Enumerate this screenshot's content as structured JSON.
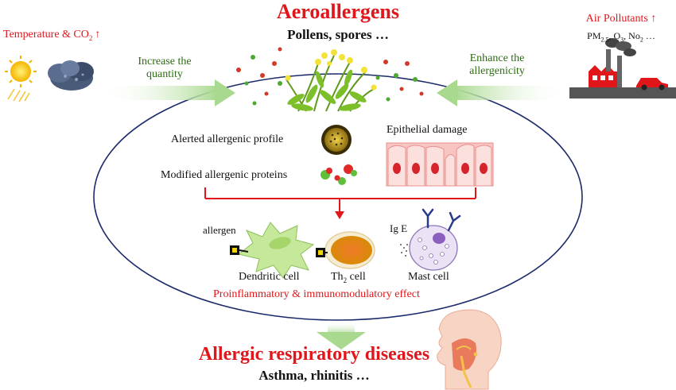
{
  "title": "Aeroallergens",
  "subtitle": "Pollens, spores …",
  "left_factor": {
    "label": "Temperature & CO",
    "sub": "2",
    "arrow": "↑"
  },
  "right_factor": {
    "label": "Air Pollutants ↑",
    "pm_main": "PM",
    "pm_sub": "2.5",
    "pm_rest": ", O",
    "o_sub": "3",
    "no_text": ", No",
    "no_sub": "2",
    "tail": " …"
  },
  "left_arrow": {
    "line1": "Increase the",
    "line2": "quantity"
  },
  "right_arrow": {
    "line1": "Enhance the",
    "line2": "allergenicity"
  },
  "inner": {
    "altered_profile": "Alerted allergenic profile",
    "modified_proteins": "Modified allergenic proteins",
    "epithelial_damage": "Epithelial damage",
    "allergen": "allergen",
    "dendritic_cell": "Dendritic cell",
    "th_cell_main": "Th",
    "th_cell_sub": "2",
    "th_cell_rest": " cell",
    "ige": "Ig E",
    "mast_cell": "Mast cell",
    "effect": "Proinflammatory & immunomodulatory effect"
  },
  "bottom": {
    "title": "Allergic respiratory diseases",
    "sub": "Asthma, rhinitis …"
  },
  "colors": {
    "accent_red": "#e0161b",
    "arrow_green": "#b9dea3",
    "text_green": "#2e6b12",
    "ellipse": "#1c2a6b"
  }
}
